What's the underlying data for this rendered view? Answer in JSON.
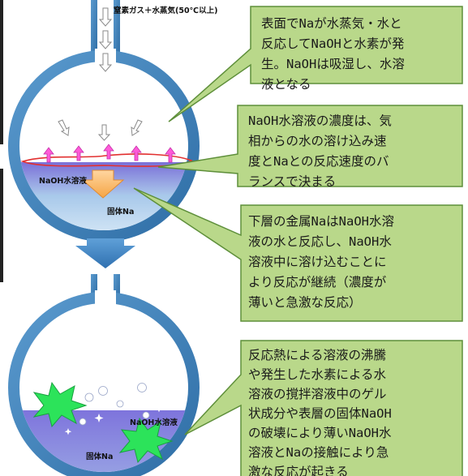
{
  "inlet": {
    "label": "窒素ガス＋水蒸気(50℃以上)"
  },
  "upper_vessel": {
    "solution_label": "NaOH水溶液",
    "solid_label": "固体Na"
  },
  "lower_vessel": {
    "solution_label": "NaOH水溶液",
    "solid_label": "固体Na"
  },
  "callouts": [
    {
      "lines": [
        "表面でNaが水蒸気・水と",
        "反応してNaOHと水素が発",
        "生。NaOHは吸湿し、水溶",
        "液となる"
      ]
    },
    {
      "lines": [
        "NaOH水溶液の濃度は、気",
        "相からの水の溶け込み速",
        "度とNaとの反応速度のバ",
        "ランスで決まる"
      ]
    },
    {
      "lines": [
        "下層の金属NaはNaOH水溶",
        "液の水と反応し、NaOH水",
        "溶液中に溶け込むことに",
        "より反応が継続（濃度が",
        "薄いと急激な反応）"
      ]
    },
    {
      "lines": [
        "反応熱による溶液の沸騰",
        "や発生した水素による水",
        "溶液の撹拌溶液中のゲル",
        "状成分や表層の固体NaOH",
        "の破壊により薄いNaOH水",
        "溶液とNaの接触により急",
        "激な反応が起きる"
      ]
    }
  ],
  "colors": {
    "vessel_wall": "#3f7fb4",
    "callout_fill": "#b9d88a",
    "callout_stroke": "#5e8f3a",
    "solution_top": "#8a7fdc",
    "solid_na": "#bcd8ee",
    "vapor_arrow": "#ff5bd8",
    "transition_arrow": "#3a7fc2",
    "splash": "#2ce35a"
  }
}
